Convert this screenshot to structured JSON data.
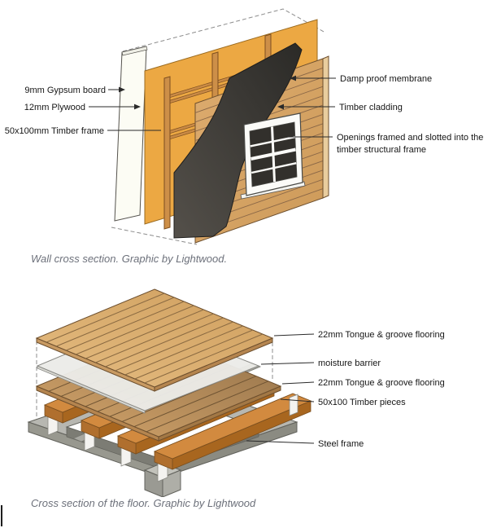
{
  "wall_figure": {
    "caption": "Wall cross section. Graphic by Lightwood.",
    "labels": {
      "gypsum": "9mm Gypsum board",
      "plywood": "12mm Plywood",
      "timber_frame": "50x100mm Timber frame",
      "membrane": "Damp proof membrane",
      "cladding": "Timber cladding",
      "openings_line1": "Openings framed and slotted into the",
      "openings_line2": "timber structural frame"
    }
  },
  "floor_figure": {
    "caption": "Cross section of the floor. Graphic by Lightwood",
    "labels": {
      "flooring_top": "22mm Tongue & groove flooring",
      "moisture_barrier": "moisture barrier",
      "flooring_mid": "22mm Tongue & groove flooring",
      "timber_pieces": "50x100 Timber pieces",
      "steel_frame": "Steel frame"
    }
  },
  "colors": {
    "plywood": "#eca843",
    "timber": "#c98a45",
    "membrane_dark": "#2e2c29",
    "cladding_wood": "#d7a364",
    "steel_gray": "#b7b7b1",
    "caption_gray": "#6d717b",
    "marker_red": "#cc2a2a"
  }
}
